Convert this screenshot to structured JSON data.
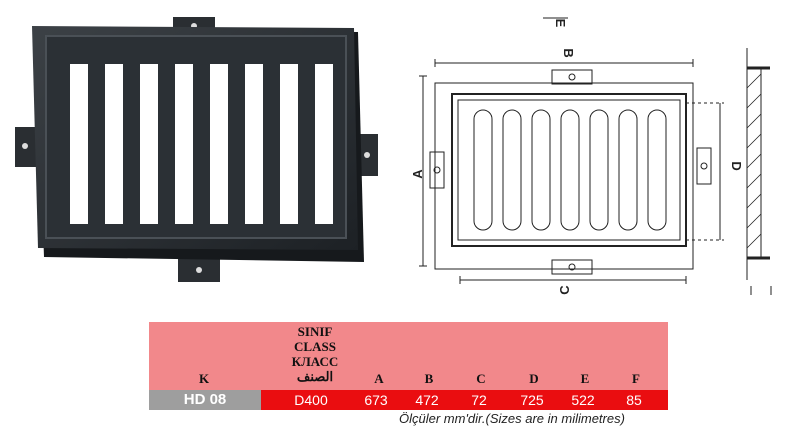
{
  "drawing": {
    "dim_labels": {
      "A": "A",
      "B": "B",
      "C": "C",
      "D": "D",
      "E": "E"
    }
  },
  "table": {
    "col_k": "K",
    "class_lines": [
      "SINIF",
      "CLASS",
      "КЛАСС",
      "الصنف"
    ],
    "col_a": "A",
    "col_b": "B",
    "col_c": "C",
    "col_d": "D",
    "col_e": "E",
    "col_f": "F",
    "row": {
      "model": "HD 08",
      "class": "D400",
      "a": "673",
      "b": "472",
      "c": "72",
      "d": "725",
      "e": "522",
      "f": "85"
    },
    "footnote": "Ölçüler mm'dir.(Sizes are in milimetres)"
  },
  "colors": {
    "header_bg": "#f2888b",
    "row_bg": "#ea0d10",
    "model_bg": "#9e9e9e"
  }
}
